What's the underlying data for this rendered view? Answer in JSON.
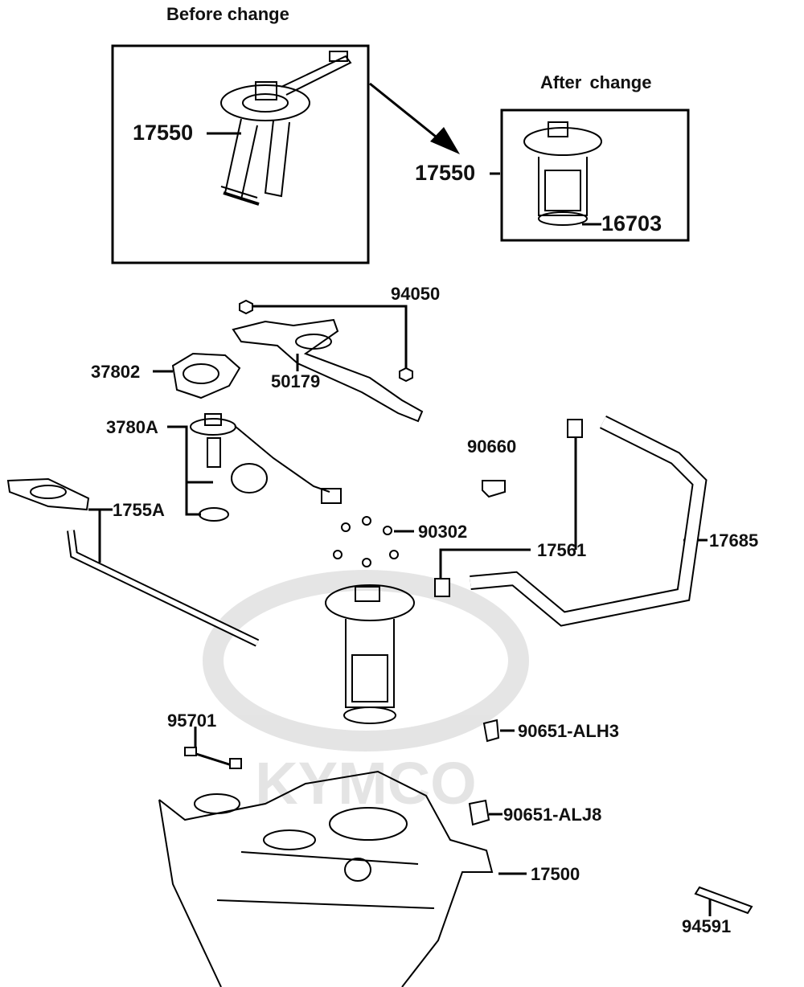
{
  "headers": {
    "before": "Before change",
    "after": "After change"
  },
  "watermark": "KYMCO",
  "parts": {
    "p17550_before": "17550",
    "p17550_after": "17550",
    "p16703": "16703",
    "p94050": "94050",
    "p37802": "37802",
    "p50179": "50179",
    "p3780A": "3780A",
    "p90660": "90660",
    "p1755A": "1755A",
    "p90302": "90302",
    "p17561": "17561",
    "p17685": "17685",
    "p95701": "95701",
    "p90651_ALH3": "90651-ALH3",
    "p90651_ALJ8": "90651-ALJ8",
    "p17500": "17500",
    "p94591": "94591"
  }
}
